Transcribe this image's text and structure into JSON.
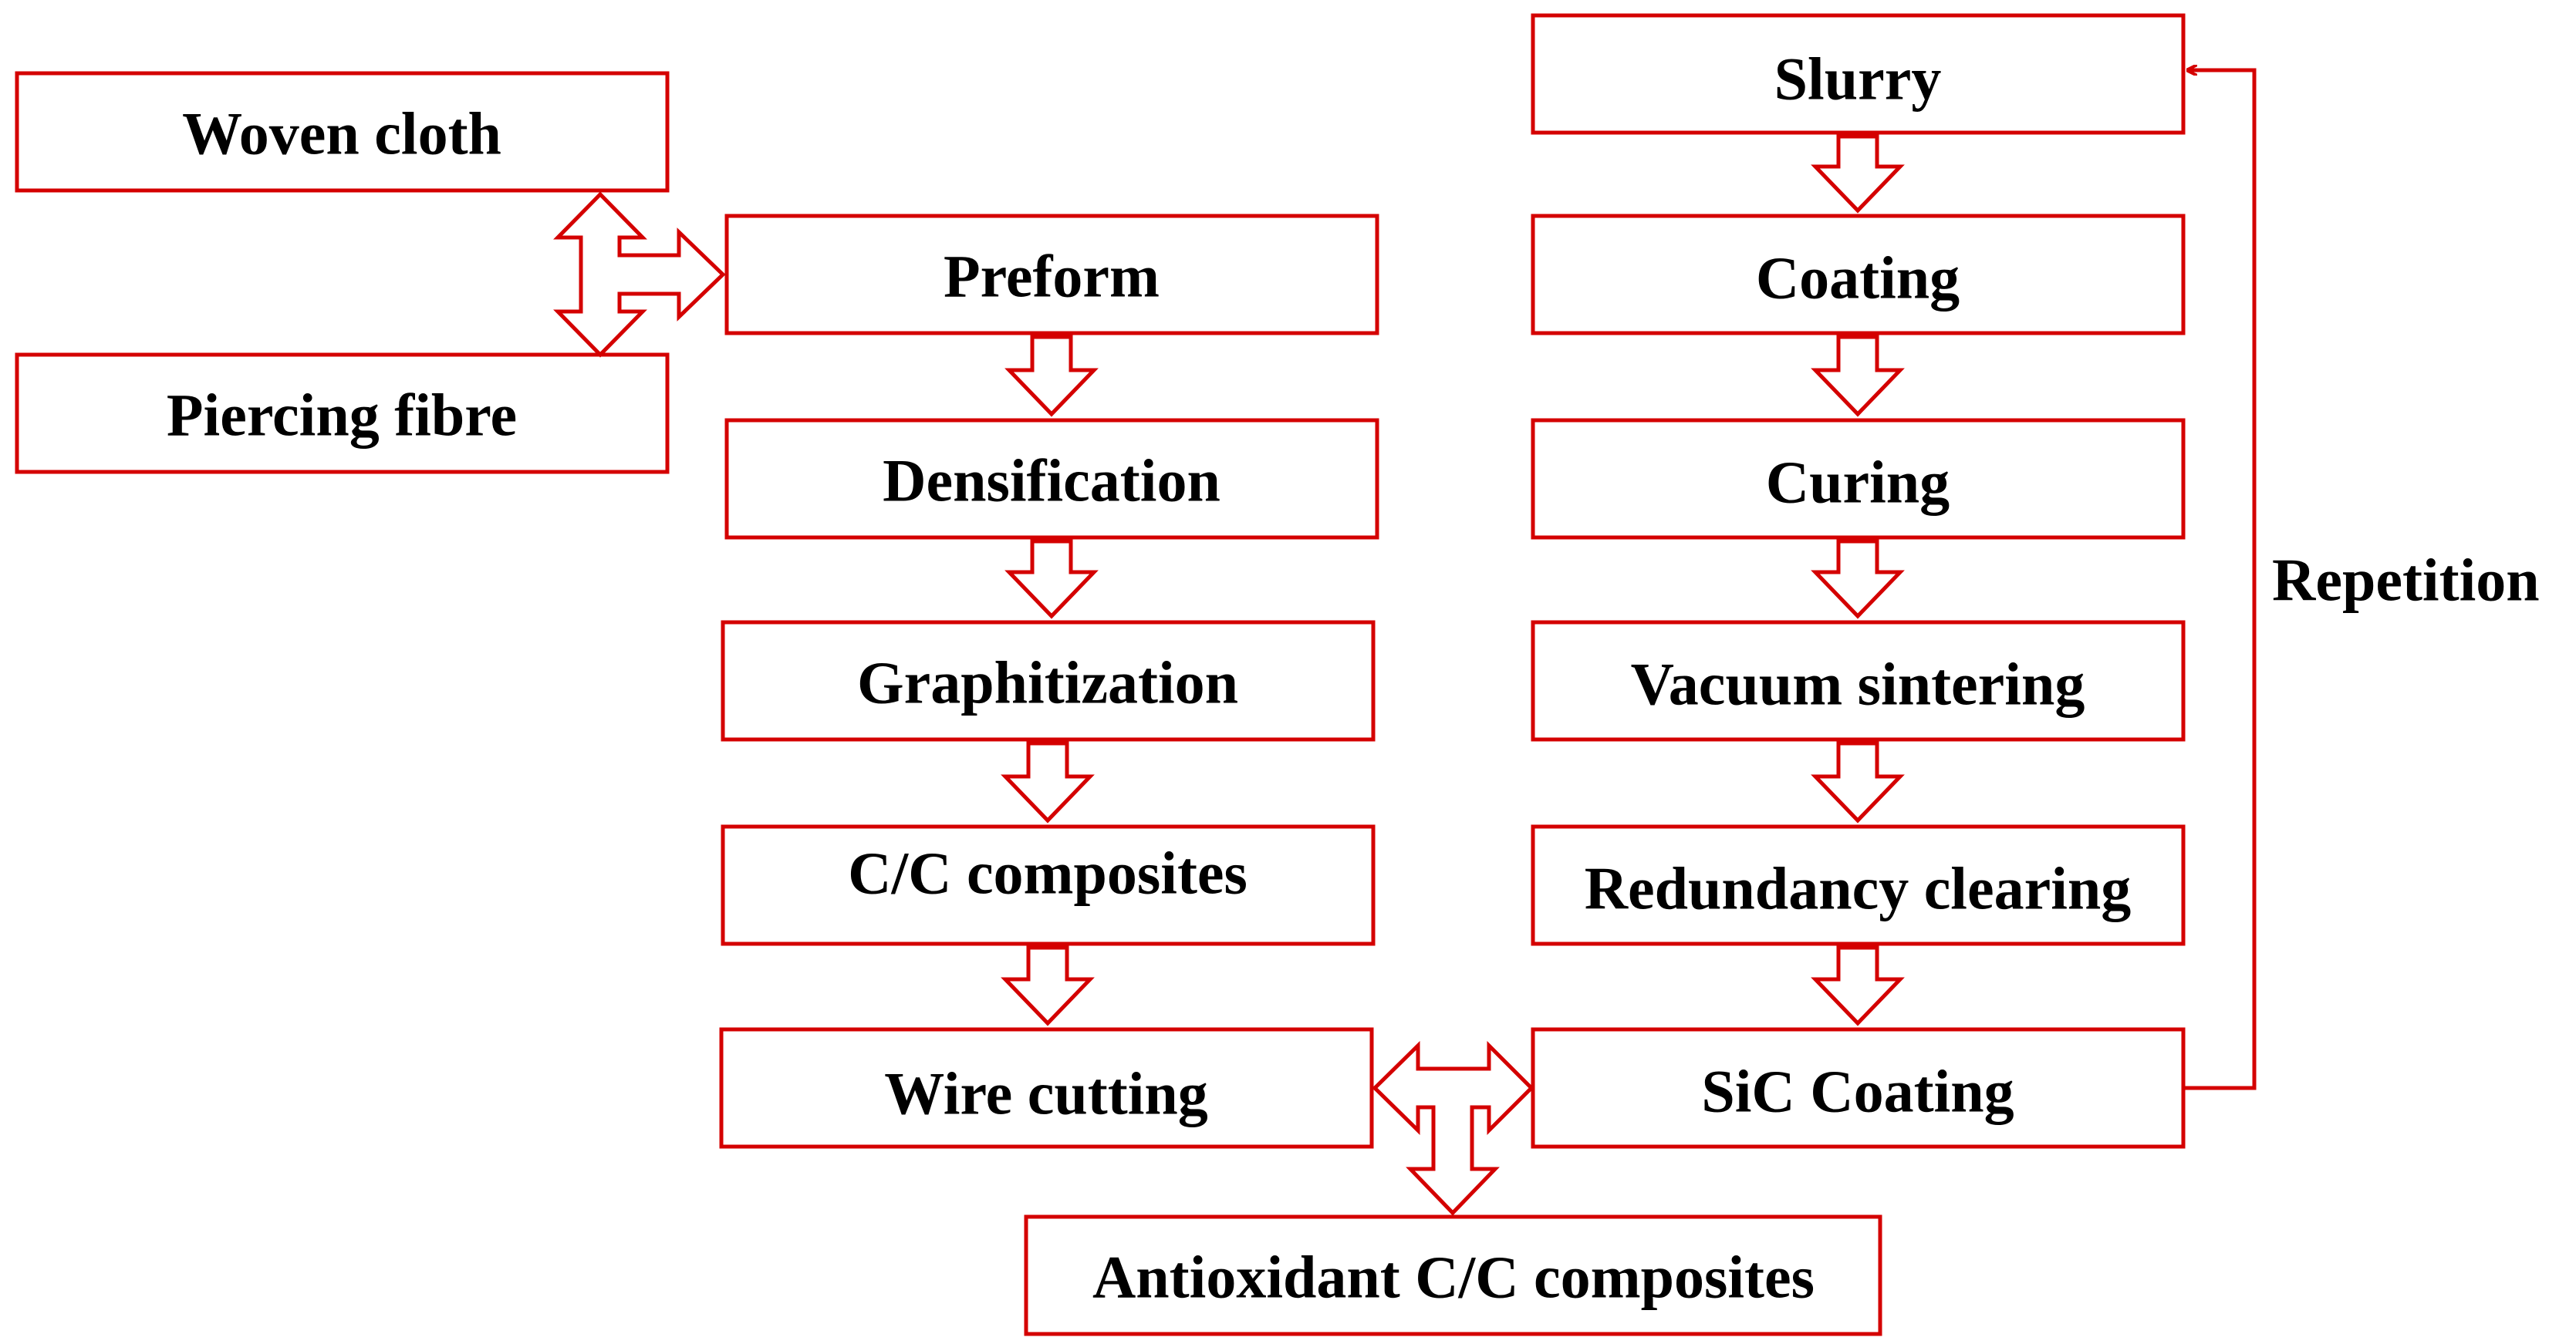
{
  "diagram": {
    "accent_color": "#d40000",
    "nodes": {
      "woven_cloth": "Woven cloth",
      "piercing_fibre": "Piercing fibre",
      "preform": "Preform",
      "densification": "Densification",
      "graphitization": "Graphitization",
      "cc_composites": "C/C composites",
      "wire_cutting": "Wire cutting",
      "slurry": "Slurry",
      "coating": "Coating",
      "curing": "Curing",
      "vacuum_sintering": "Vacuum sintering",
      "redundancy_clearing": "Redundancy clearing",
      "sic_coating": "SiC Coating",
      "antioxidant": "Antioxidant C/C composites"
    },
    "loop_label": "Repetition"
  }
}
